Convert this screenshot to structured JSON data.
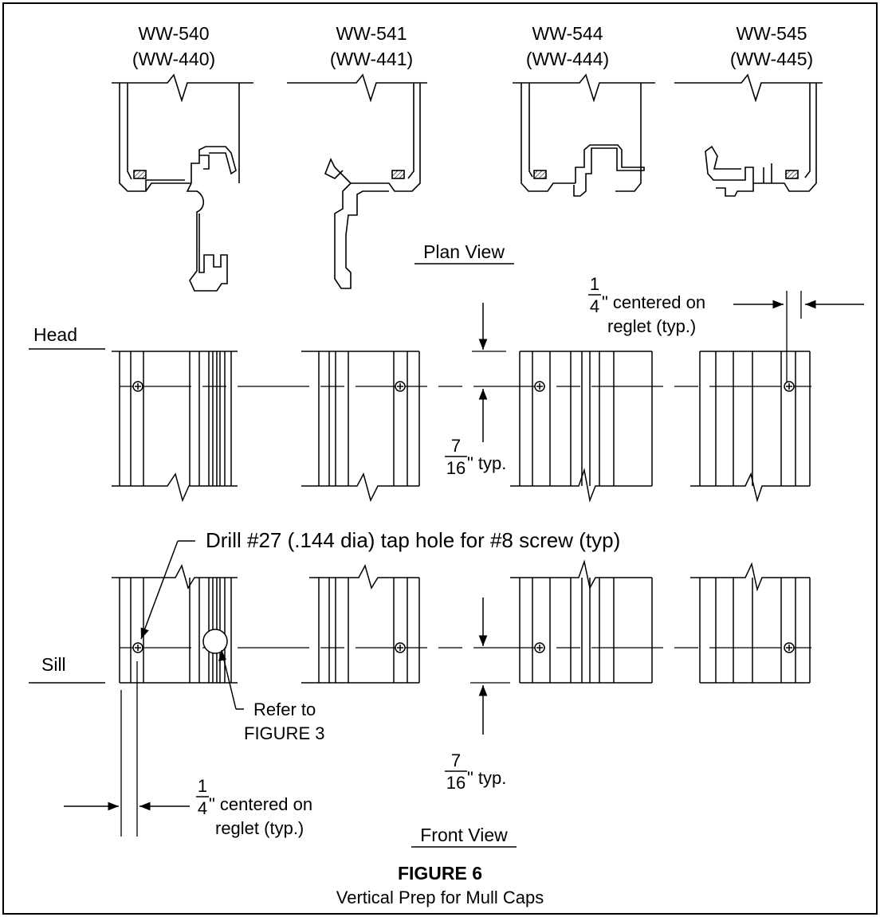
{
  "profiles": [
    {
      "model": "WW-540",
      "alt": "(WW-440)"
    },
    {
      "model": "WW-541",
      "alt": "(WW-441)"
    },
    {
      "model": "WW-544",
      "alt": "(WW-444)"
    },
    {
      "model": "WW-545",
      "alt": "(WW-445)"
    }
  ],
  "views": {
    "plan": "Plan View",
    "front": "Front View",
    "head": "Head",
    "sill": "Sill"
  },
  "dims": {
    "quarter_num": "1",
    "quarter_den": "4",
    "quarter_text": "\" centered on",
    "quarter_text2": "reglet (typ.)",
    "seven_num": "7",
    "seven_den": "16",
    "seven_text": "\" typ."
  },
  "notes": {
    "drill": "Drill #27 (.144 dia) tap hole for #8 screw (typ)",
    "refer1": "Refer to",
    "refer2": "FIGURE 3"
  },
  "figure": {
    "label": "FIGURE 6",
    "caption": "Vertical Prep for Mull Caps"
  }
}
